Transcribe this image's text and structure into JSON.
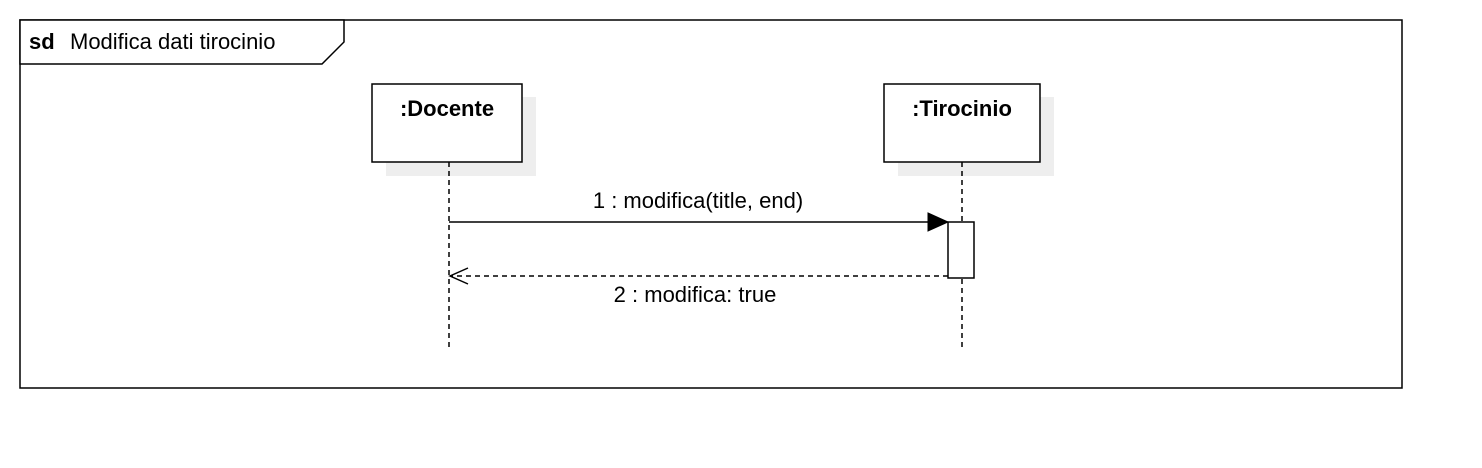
{
  "frame": {
    "keyword": "sd",
    "title": "Modifica dati tirocinio"
  },
  "lifelines": [
    {
      "label": ":Docente"
    },
    {
      "label": ":Tirocinio"
    }
  ],
  "messages": [
    {
      "label": "1 : modifica(title, end)",
      "kind": "synchronous call"
    },
    {
      "label": "2 : modifica: true",
      "kind": "reply"
    }
  ],
  "colors": {
    "line": "#000000",
    "shadow": "#eeeeee",
    "background": "#ffffff"
  }
}
